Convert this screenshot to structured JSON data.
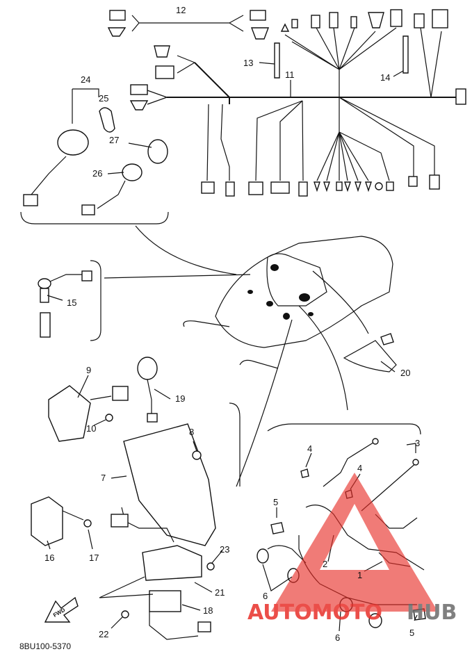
{
  "diagram": {
    "part_numbers": [
      "1",
      "2",
      "3",
      "4",
      "4",
      "5",
      "5",
      "6",
      "6",
      "7",
      "8",
      "9",
      "10",
      "11",
      "12",
      "13",
      "14",
      "15",
      "16",
      "17",
      "18",
      "19",
      "20",
      "21",
      "22",
      "23",
      "24",
      "25",
      "26",
      "27"
    ],
    "labels": {
      "p1": "1",
      "p2": "2",
      "p3": "3",
      "p4a": "4",
      "p4b": "4",
      "p5a": "5",
      "p5b": "5",
      "p6a": "6",
      "p6b": "6",
      "p7": "7",
      "p8": "8",
      "p9": "9",
      "p10": "10",
      "p11": "11",
      "p12": "12",
      "p13": "13",
      "p14": "14",
      "p15": "15",
      "p16": "16",
      "p17": "17",
      "p18": "18",
      "p19": "19",
      "p20": "20",
      "p21": "21",
      "p22": "22",
      "p23": "23",
      "p24": "24",
      "p25": "25",
      "p26": "26",
      "p27": "27"
    },
    "fwd_label": "FWD",
    "drawing_code": "8BU100-5370"
  },
  "watermark": {
    "text_red": "AUTOMOTO",
    "text_gray": "HUB",
    "color_red": "#e8302a",
    "color_gray": "#6b6b6b"
  }
}
